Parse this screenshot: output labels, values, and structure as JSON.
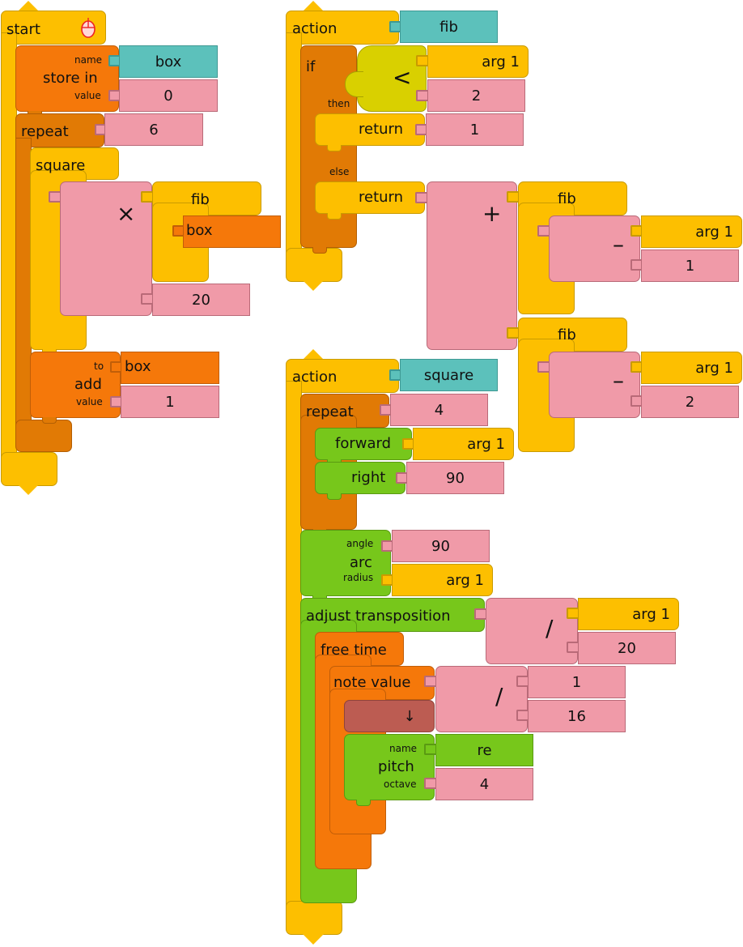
{
  "palette": {
    "action_yellow": "#fdbf00",
    "box_orange": "#f5780a",
    "flow_orange": "#e17a05",
    "pen_green": "#77c71b",
    "boolean_yellow": "#d9d000",
    "number_pink": "#f09aa8",
    "name_teal": "#5cc1bb",
    "brown": "#bc5c52"
  },
  "start_stack": {
    "start_label": "start",
    "start_icon": "mouse-icon",
    "store_in": {
      "label": "store in",
      "name_label": "name",
      "value_label": "value",
      "name": "box",
      "value": "0"
    },
    "repeat": {
      "label": "repeat",
      "count": "6"
    },
    "square": {
      "label": "square"
    },
    "multiply": {
      "op": "×"
    },
    "fib": {
      "label": "fib"
    },
    "box_ref": "box",
    "number_20": "20",
    "add": {
      "label": "add",
      "to_label": "to",
      "value_label": "value",
      "to": "box",
      "value": "1"
    }
  },
  "fib_action": {
    "action_label": "action",
    "name": "fib",
    "if_label": "if",
    "then_label": "then",
    "else_label": "else",
    "less_op": "<",
    "arg1": "arg 1",
    "two": "2",
    "return_label": "return",
    "return_value": "1",
    "plus_op": "+",
    "fib_label": "fib",
    "minus_op": "–",
    "one": "1",
    "fib2_label": "fib",
    "minus2_op": "–",
    "two_b": "2"
  },
  "square_action": {
    "action_label": "action",
    "name": "square",
    "repeat_label": "repeat",
    "repeat_count": "4",
    "forward_label": "forward",
    "forward_arg": "arg 1",
    "right_label": "right",
    "right_value": "90",
    "arc_label": "arc",
    "angle_label": "angle",
    "radius_label": "radius",
    "angle_value": "90",
    "radius_arg": "arg 1",
    "adjust_label": "adjust transposition",
    "divide_op": "/",
    "adjust_arg": "arg 1",
    "adjust_div": "20",
    "free_time_label": "free time",
    "note_value_label": "note value",
    "note_divide_op": "/",
    "note_num": "1",
    "note_den": "16",
    "down_arrow": "↓",
    "pitch_label": "pitch",
    "pitch_name_label": "name",
    "pitch_octave_label": "octave",
    "pitch_name": "re",
    "pitch_octave": "4"
  }
}
